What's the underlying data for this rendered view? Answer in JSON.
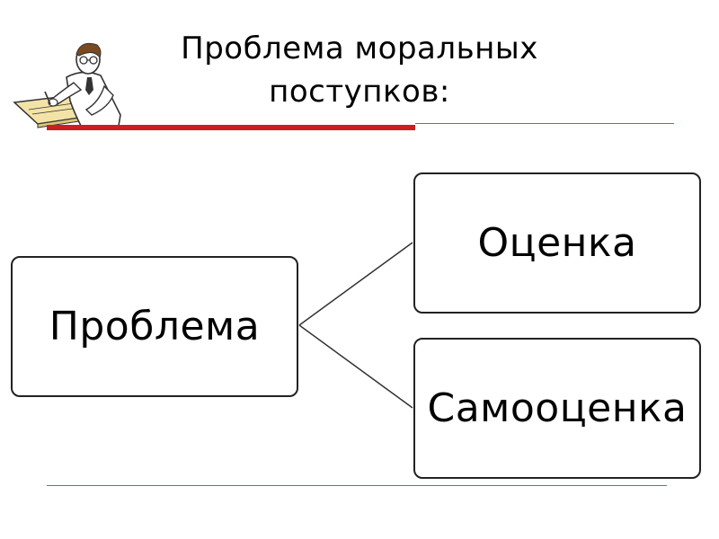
{
  "title": {
    "line1": "Проблема моральных",
    "line2": "поступков:"
  },
  "diagram": {
    "root": "Проблема",
    "children": [
      "Оценка",
      "Самооценка"
    ]
  },
  "colors": {
    "accent_red": "#cc1f1f",
    "box_border": "#222222",
    "background": "#ffffff"
  },
  "icons": {
    "clipart": "writing-scientist-icon"
  }
}
